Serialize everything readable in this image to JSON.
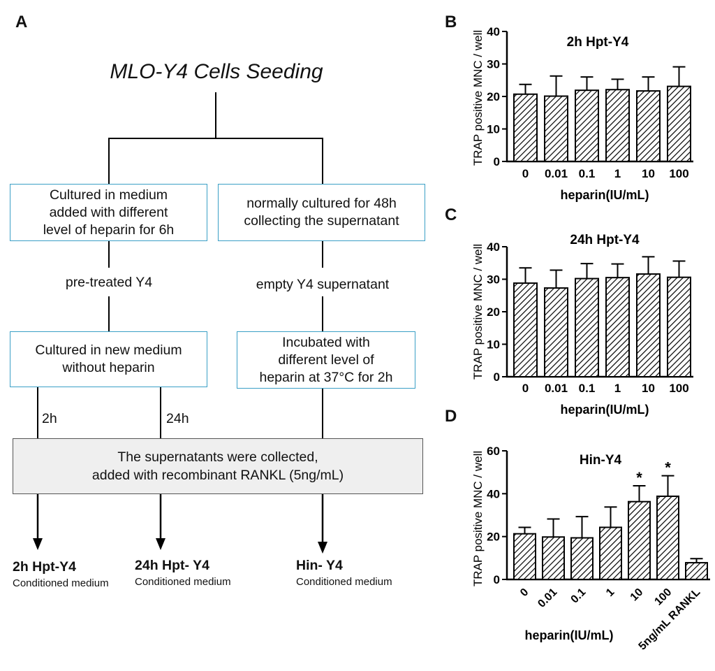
{
  "panels": {
    "a": "A",
    "b": "B",
    "c": "C",
    "d": "D"
  },
  "flowchart": {
    "title": "MLO-Y4 Cells Seeding",
    "box_left_1": [
      "Cultured in medium",
      "added with different",
      "level of heparin for 6h"
    ],
    "box_right_1": [
      "normally cultured for 48h",
      "collecting the supernatant"
    ],
    "label_left": "pre-treated Y4",
    "label_right": "empty Y4 supernatant",
    "box_left_2": [
      "Cultured in new medium",
      "without heparin"
    ],
    "box_right_2": [
      "Incubated with",
      "different level of",
      "heparin at 37°C for 2h"
    ],
    "time_2h": "2h",
    "time_24h": "24h",
    "collected_line1": "The supernatants were collected,",
    "collected_line2": "added with recombinant RANKL (5ng/mL)",
    "outputs": [
      {
        "title": "2h Hpt-Y4",
        "sub": "Conditioned  medium"
      },
      {
        "title": "24h Hpt- Y4",
        "sub": "Conditioned  medium"
      },
      {
        "title": "Hin- Y4",
        "sub": "Conditioned   medium"
      }
    ]
  },
  "chart_data": [
    {
      "type": "bar",
      "title": "2h Hpt-Y4",
      "xlabel": "heparin(IU/mL)",
      "ylabel": "TRAP positive MNC / well",
      "categories": [
        "0",
        "0.01",
        "0.1",
        "1",
        "10",
        "100"
      ],
      "values": [
        20.7,
        20.1,
        21.9,
        22.1,
        21.7,
        23.1
      ],
      "errors": [
        3.0,
        6.2,
        4.1,
        3.2,
        4.3,
        6.0
      ],
      "ylim": [
        0,
        40
      ],
      "yticks": [
        "0",
        "10",
        "20",
        "30",
        "40"
      ],
      "significance": [
        "",
        "",
        "",
        "",
        "",
        ""
      ],
      "hatch": "diagonal"
    },
    {
      "type": "bar",
      "title": "24h Hpt-Y4",
      "xlabel": "heparin(IU/mL)",
      "ylabel": "TRAP positive MNC / well",
      "categories": [
        "0",
        "0.01",
        "0.1",
        "1",
        "10",
        "100"
      ],
      "values": [
        28.8,
        27.3,
        30.2,
        30.5,
        31.6,
        30.6
      ],
      "errors": [
        4.7,
        5.5,
        4.6,
        4.2,
        5.3,
        5.0
      ],
      "ylim": [
        0,
        40
      ],
      "yticks": [
        "0",
        "10",
        "20",
        "30",
        "40"
      ],
      "significance": [
        "",
        "",
        "",
        "",
        "",
        ""
      ],
      "hatch": "diagonal"
    },
    {
      "type": "bar",
      "title": "Hin-Y4",
      "xlabel": "heparin(IU/mL)",
      "ylabel": "TRAP positive MNC / well",
      "categories": [
        "0",
        "0.01",
        "0.1",
        "1",
        "10",
        "100",
        "5ng/mL RANKL"
      ],
      "values": [
        21.3,
        19.8,
        19.4,
        24.3,
        36.3,
        38.8,
        7.8
      ],
      "errors": [
        3.0,
        8.4,
        9.9,
        9.5,
        7.4,
        9.6,
        1.9
      ],
      "ylim": [
        0,
        60
      ],
      "yticks": [
        "0",
        "20",
        "40",
        "60"
      ],
      "significance": [
        "",
        "",
        "",
        "",
        "*",
        "*",
        ""
      ],
      "hatch": "diagonal",
      "tick_rotation": -45
    }
  ]
}
